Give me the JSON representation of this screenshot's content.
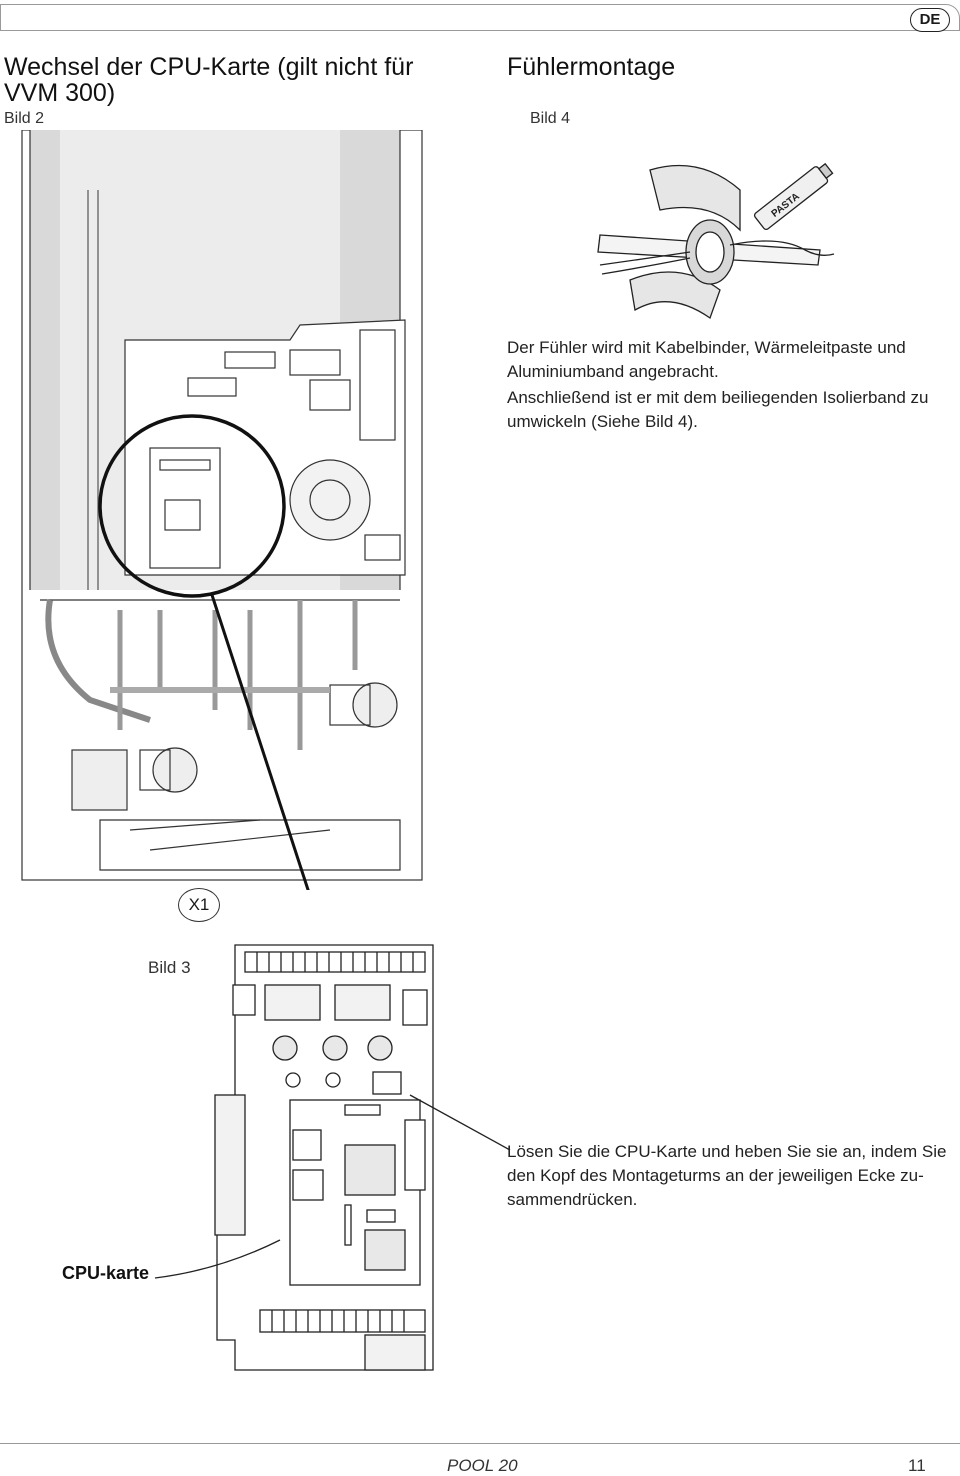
{
  "header": {
    "lang_badge": "DE"
  },
  "left": {
    "title": "Wechsel der CPU-Karte (gilt nicht für VVM 300)",
    "title_line1": "Wechsel der CPU-Karte (gilt nicht für",
    "title_line2": "VVM 300)",
    "figure2_caption": "Bild 2",
    "figure3_caption": "Bild 3",
    "connector_label": "X1",
    "cpu_label": "CPU-karte"
  },
  "right": {
    "title": "Fühlermontage",
    "figure4_caption": "Bild 4",
    "paragraph1_line1": "Der Fühler wird mit Kabelbinder, Wärmeleitpaste und",
    "paragraph1_line2": "Aluminiumband angebracht.",
    "paragraph2_line1": "Anschließend ist er mit dem beiliegenden Isolierband zu",
    "paragraph2_line2": "umwickeln (Siehe Bild 4).",
    "instruction_line1": "Lösen Sie die CPU-Karte und heben Sie sie an, indem Sie",
    "instruction_line2": "den Kopf des Montageturms an der jeweiligen Ecke zu-",
    "instruction_line3": "sammendrücken."
  },
  "figure4": {
    "tube_label": "PASTA"
  },
  "footer": {
    "product": "POOL 20",
    "page_number": "11"
  }
}
